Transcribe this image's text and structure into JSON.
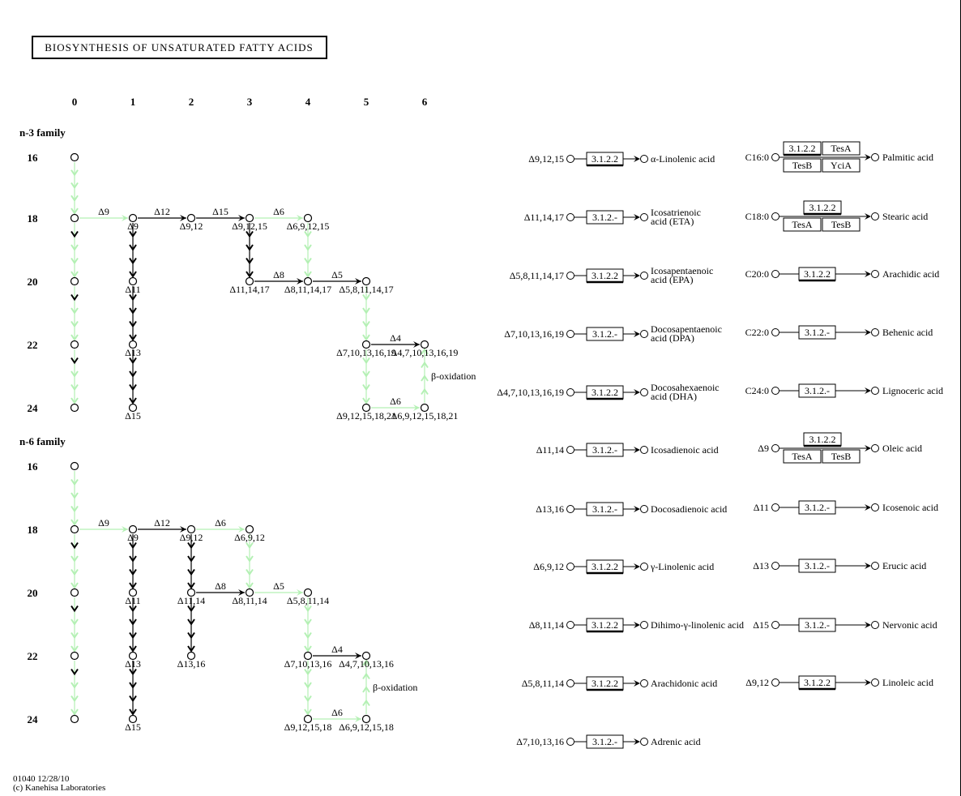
{
  "title": "BIOSYNTHESIS OF UNSATURATED FATTY ACIDS",
  "footer": {
    "map_id": "01040 12/28/10",
    "copyright": "(c) Kanehisa Laboratories"
  },
  "colors": {
    "absent": "#b4f0b4",
    "present": "#000000"
  },
  "column_numbers": [
    "0",
    "1",
    "2",
    "3",
    "4",
    "5",
    "6"
  ],
  "families": [
    {
      "name": "n-3 family",
      "rows": [
        "16",
        "18",
        "20",
        "22",
        "24"
      ],
      "nodes": [
        {
          "id": "a16",
          "col": 0,
          "row": "16",
          "label": ""
        },
        {
          "id": "a18",
          "col": 0,
          "row": "18",
          "label": ""
        },
        {
          "id": "a20",
          "col": 0,
          "row": "20",
          "label": ""
        },
        {
          "id": "a22",
          "col": 0,
          "row": "22",
          "label": ""
        },
        {
          "id": "a24",
          "col": 0,
          "row": "24",
          "label": ""
        },
        {
          "id": "b18",
          "col": 1,
          "row": "18",
          "label": "Δ9"
        },
        {
          "id": "b20",
          "col": 1,
          "row": "20",
          "label": "Δ11"
        },
        {
          "id": "b22",
          "col": 1,
          "row": "22",
          "label": "Δ13"
        },
        {
          "id": "b24",
          "col": 1,
          "row": "24",
          "label": "Δ15"
        },
        {
          "id": "c18",
          "col": 2,
          "row": "18",
          "label": "Δ9,12"
        },
        {
          "id": "d18",
          "col": 3,
          "row": "18",
          "label": "Δ9,12,15"
        },
        {
          "id": "e18",
          "col": 4,
          "row": "18",
          "label": "Δ6,9,12,15"
        },
        {
          "id": "d20",
          "col": 3,
          "row": "20",
          "label": "Δ11,14,17"
        },
        {
          "id": "e20",
          "col": 4,
          "row": "20",
          "label": "Δ8,11,14,17"
        },
        {
          "id": "f20",
          "col": 5,
          "row": "20",
          "label": "Δ5,8,11,14,17"
        },
        {
          "id": "f22",
          "col": 5,
          "row": "22",
          "label": "Δ7,10,13,16,19"
        },
        {
          "id": "g22",
          "col": 6,
          "row": "22",
          "label": "Δ4,7,10,13,16,19"
        },
        {
          "id": "f24",
          "col": 5,
          "row": "24",
          "label": "Δ9,12,15,18,21"
        },
        {
          "id": "g24",
          "col": 6,
          "row": "24",
          "label": "Δ6,9,12,15,18,21"
        }
      ],
      "edges": [
        {
          "from": "a16",
          "to": "a18",
          "label": "",
          "status": "absent"
        },
        {
          "from": "a18",
          "to": "a20",
          "label": "",
          "status": "mixed"
        },
        {
          "from": "a20",
          "to": "a22",
          "label": "",
          "status": "mixed"
        },
        {
          "from": "a22",
          "to": "a24",
          "label": "",
          "status": "mixed"
        },
        {
          "from": "b18",
          "to": "b20",
          "label": "",
          "status": "present"
        },
        {
          "from": "b20",
          "to": "b22",
          "label": "",
          "status": "present"
        },
        {
          "from": "b22",
          "to": "b24",
          "label": "",
          "status": "present"
        },
        {
          "from": "a18",
          "to": "b18",
          "label": "Δ9",
          "status": "absent"
        },
        {
          "from": "b18",
          "to": "c18",
          "label": "Δ12",
          "status": "present"
        },
        {
          "from": "c18",
          "to": "d18",
          "label": "Δ15",
          "status": "present"
        },
        {
          "from": "d18",
          "to": "e18",
          "label": "Δ6",
          "status": "absent"
        },
        {
          "from": "d18",
          "to": "d20",
          "label": "",
          "status": "present"
        },
        {
          "from": "e18",
          "to": "e20",
          "label": "",
          "status": "absent"
        },
        {
          "from": "d20",
          "to": "e20",
          "label": "Δ8",
          "status": "present"
        },
        {
          "from": "e20",
          "to": "f20",
          "label": "Δ5",
          "status": "present"
        },
        {
          "from": "f20",
          "to": "f22",
          "label": "",
          "status": "absent"
        },
        {
          "from": "f22",
          "to": "g22",
          "label": "Δ4",
          "status": "present"
        },
        {
          "from": "f22",
          "to": "f24",
          "label": "",
          "status": "absent"
        },
        {
          "from": "f24",
          "to": "g24",
          "label": "Δ6",
          "status": "absent"
        },
        {
          "from": "g24",
          "to": "g22",
          "label": "β-oxidation",
          "status": "absent"
        }
      ]
    },
    {
      "name": "n-6 family",
      "rows": [
        "16",
        "18",
        "20",
        "22",
        "24"
      ],
      "nodes": [
        {
          "id": "a16",
          "col": 0,
          "row": "16",
          "label": ""
        },
        {
          "id": "a18",
          "col": 0,
          "row": "18",
          "label": ""
        },
        {
          "id": "a20",
          "col": 0,
          "row": "20",
          "label": ""
        },
        {
          "id": "a22",
          "col": 0,
          "row": "22",
          "label": ""
        },
        {
          "id": "a24",
          "col": 0,
          "row": "24",
          "label": ""
        },
        {
          "id": "b18",
          "col": 1,
          "row": "18",
          "label": "Δ9"
        },
        {
          "id": "b20",
          "col": 1,
          "row": "20",
          "label": "Δ11"
        },
        {
          "id": "b22",
          "col": 1,
          "row": "22",
          "label": "Δ13"
        },
        {
          "id": "b24",
          "col": 1,
          "row": "24",
          "label": "Δ15"
        },
        {
          "id": "c18",
          "col": 2,
          "row": "18",
          "label": "Δ9,12"
        },
        {
          "id": "d18",
          "col": 3,
          "row": "18",
          "label": "Δ6,9,12"
        },
        {
          "id": "c20",
          "col": 2,
          "row": "20",
          "label": "Δ11,14"
        },
        {
          "id": "c22",
          "col": 2,
          "row": "22",
          "label": "Δ13,16"
        },
        {
          "id": "d20",
          "col": 3,
          "row": "20",
          "label": "Δ8,11,14"
        },
        {
          "id": "e20",
          "col": 4,
          "row": "20",
          "label": "Δ5,8,11,14"
        },
        {
          "id": "e22",
          "col": 4,
          "row": "22",
          "label": "Δ7,10,13,16"
        },
        {
          "id": "f22",
          "col": 5,
          "row": "22",
          "label": "Δ4,7,10,13,16"
        },
        {
          "id": "e24",
          "col": 4,
          "row": "24",
          "label": "Δ9,12,15,18"
        },
        {
          "id": "f24",
          "col": 5,
          "row": "24",
          "label": "Δ6,9,12,15,18"
        }
      ],
      "edges": [
        {
          "from": "a16",
          "to": "a18",
          "label": "",
          "status": "absent"
        },
        {
          "from": "a18",
          "to": "a20",
          "label": "",
          "status": "mixed"
        },
        {
          "from": "a20",
          "to": "a22",
          "label": "",
          "status": "mixed"
        },
        {
          "from": "a22",
          "to": "a24",
          "label": "",
          "status": "mixed"
        },
        {
          "from": "b18",
          "to": "b20",
          "label": "",
          "status": "present"
        },
        {
          "from": "b20",
          "to": "b22",
          "label": "",
          "status": "present"
        },
        {
          "from": "b22",
          "to": "b24",
          "label": "",
          "status": "present"
        },
        {
          "from": "a18",
          "to": "b18",
          "label": "Δ9",
          "status": "absent"
        },
        {
          "from": "b18",
          "to": "c18",
          "label": "Δ12",
          "status": "present"
        },
        {
          "from": "c18",
          "to": "d18",
          "label": "Δ6",
          "status": "absent"
        },
        {
          "from": "c18",
          "to": "c20",
          "label": "",
          "status": "present"
        },
        {
          "from": "c20",
          "to": "c22",
          "label": "",
          "status": "present"
        },
        {
          "from": "d18",
          "to": "d20",
          "label": "",
          "status": "absent"
        },
        {
          "from": "c20",
          "to": "d20",
          "label": "Δ8",
          "status": "present"
        },
        {
          "from": "d20",
          "to": "e20",
          "label": "Δ5",
          "status": "absent"
        },
        {
          "from": "e20",
          "to": "e22",
          "label": "",
          "status": "absent"
        },
        {
          "from": "e22",
          "to": "f22",
          "label": "Δ4",
          "status": "present"
        },
        {
          "from": "e22",
          "to": "e24",
          "label": "",
          "status": "absent"
        },
        {
          "from": "e24",
          "to": "f24",
          "label": "Δ6",
          "status": "absent"
        },
        {
          "from": "f24",
          "to": "f22",
          "label": "β-oxidation",
          "status": "absent"
        }
      ]
    }
  ],
  "thioesterase_left": [
    {
      "substrate": "Δ9,12,15",
      "enzymes": [
        [
          "3.1.2.2"
        ]
      ],
      "product": [
        "α-Linolenic acid"
      ]
    },
    {
      "substrate": "Δ11,14,17",
      "enzymes": [
        [
          "3.1.2.-"
        ]
      ],
      "product": [
        "Icosatrienoic",
        "acid (ETA)"
      ]
    },
    {
      "substrate": "Δ5,8,11,14,17",
      "enzymes": [
        [
          "3.1.2.2"
        ]
      ],
      "product": [
        "Icosapentaenoic",
        "acid (EPA)"
      ]
    },
    {
      "substrate": "Δ7,10,13,16,19",
      "enzymes": [
        [
          "3.1.2.-"
        ]
      ],
      "product": [
        "Docosapentaenoic",
        "acid (DPA)"
      ]
    },
    {
      "substrate": "Δ4,7,10,13,16,19",
      "enzymes": [
        [
          "3.1.2.2"
        ]
      ],
      "product": [
        "Docosahexaenoic",
        "acid (DHA)"
      ]
    },
    {
      "substrate": "Δ11,14",
      "enzymes": [
        [
          "3.1.2.-"
        ]
      ],
      "product": [
        "Icosadienoic acid"
      ]
    },
    {
      "substrate": "Δ13,16",
      "enzymes": [
        [
          "3.1.2.-"
        ]
      ],
      "product": [
        "Docosadienoic acid"
      ]
    },
    {
      "substrate": "Δ6,9,12",
      "enzymes": [
        [
          "3.1.2.2"
        ]
      ],
      "product": [
        "γ-Linolenic acid"
      ]
    },
    {
      "substrate": "Δ8,11,14",
      "enzymes": [
        [
          "3.1.2.2"
        ]
      ],
      "product": [
        "Dihimo-γ-linolenic acid"
      ]
    },
    {
      "substrate": "Δ5,8,11,14",
      "enzymes": [
        [
          "3.1.2.2"
        ]
      ],
      "product": [
        "Arachidonic acid"
      ]
    },
    {
      "substrate": "Δ7,10,13,16",
      "enzymes": [
        [
          "3.1.2.-"
        ]
      ],
      "product": [
        "Adrenic acid"
      ]
    }
  ],
  "thioesterase_right": [
    {
      "substrate": "C16:0",
      "enzymes": [
        [
          "3.1.2.2",
          "TesA"
        ],
        [
          "TesB",
          "YciA"
        ]
      ],
      "product": [
        "Palmitic acid"
      ]
    },
    {
      "substrate": "C18:0",
      "enzymes": [
        [
          "3.1.2.2"
        ],
        [
          "TesA",
          "TesB"
        ]
      ],
      "product": [
        "Stearic acid"
      ]
    },
    {
      "substrate": "C20:0",
      "enzymes": [
        [
          "3.1.2.2"
        ]
      ],
      "product": [
        "Arachidic acid"
      ]
    },
    {
      "substrate": "C22:0",
      "enzymes": [
        [
          "3.1.2.-"
        ]
      ],
      "product": [
        "Behenic acid"
      ]
    },
    {
      "substrate": "C24:0",
      "enzymes": [
        [
          "3.1.2.-"
        ]
      ],
      "product": [
        "Lignoceric acid"
      ]
    },
    {
      "substrate": "Δ9",
      "enzymes": [
        [
          "3.1.2.2"
        ],
        [
          "TesA",
          "TesB"
        ]
      ],
      "product": [
        "Oleic acid"
      ]
    },
    {
      "substrate": "Δ11",
      "enzymes": [
        [
          "3.1.2.-"
        ]
      ],
      "product": [
        "Icosenoic acid"
      ]
    },
    {
      "substrate": "Δ13",
      "enzymes": [
        [
          "3.1.2.-"
        ]
      ],
      "product": [
        "Erucic acid"
      ]
    },
    {
      "substrate": "Δ15",
      "enzymes": [
        [
          "3.1.2.-"
        ]
      ],
      "product": [
        "Nervonic acid"
      ]
    },
    {
      "substrate": "Δ9,12",
      "enzymes": [
        [
          "3.1.2.2"
        ]
      ],
      "product": [
        "Linoleic acid"
      ]
    }
  ]
}
